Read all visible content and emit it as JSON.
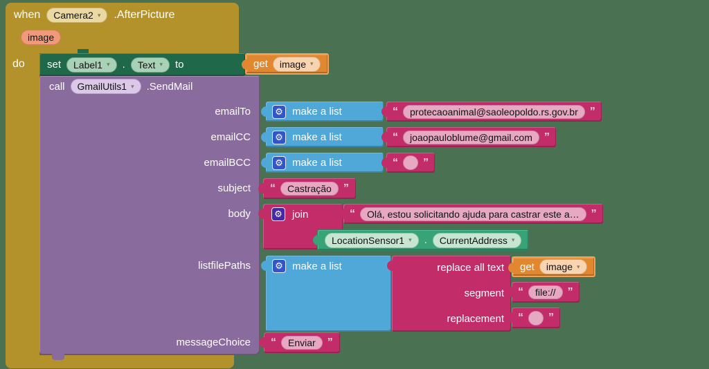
{
  "ui": {
    "dropdown_arrow": "▾",
    "quote_open": "“",
    "quote_close": "”",
    "gear_icon": "⚙"
  },
  "colors": {
    "background": "#4a7151",
    "event_gold": "#b3922c",
    "setter_green": "#20684a",
    "caller_purple": "#8a6b9d",
    "list_blue": "#4fa8d8",
    "text_magenta": "#c22d69",
    "getter_orange": "#e0872f",
    "component_getter_green": "#38a377"
  },
  "when": {
    "keyword": "when",
    "component": "Camera2",
    "event": ".AfterPicture",
    "param": "image",
    "do_label": "do"
  },
  "set": {
    "keyword": "set",
    "component": "Label1",
    "dot": ".",
    "property": "Text",
    "to": "to"
  },
  "get_image": {
    "keyword": "get",
    "variable": "image"
  },
  "call": {
    "keyword": "call",
    "component": "GmailUtils1",
    "method": ".SendMail"
  },
  "args": {
    "emailTo": {
      "label": "emailTo",
      "list_label": "make a list",
      "value": "protecaoanimal@saoleopoldo.rs.gov.br"
    },
    "emailCC": {
      "label": "emailCC",
      "list_label": "make a list",
      "value": "joaopauloblume@gmail.com"
    },
    "emailBCC": {
      "label": "emailBCC",
      "list_label": "make a list",
      "value": ""
    },
    "subject": {
      "label": "subject",
      "value": "Castração"
    },
    "body": {
      "label": "body",
      "join_label": "join",
      "text": "Olá, estou solicitando ajuda para castrar este a…",
      "sensor": {
        "component": "LocationSensor1",
        "dot": ".",
        "property": "CurrentAddress"
      }
    },
    "listfilePaths": {
      "label": "listfilePaths",
      "list_label": "make a list",
      "replace": {
        "label": "replace all text",
        "segment_label": "segment",
        "segment_value": "file://",
        "replacement_label": "replacement",
        "replacement_value": ""
      }
    },
    "messageChoice": {
      "label": "messageChoice",
      "value": "Enviar"
    }
  }
}
